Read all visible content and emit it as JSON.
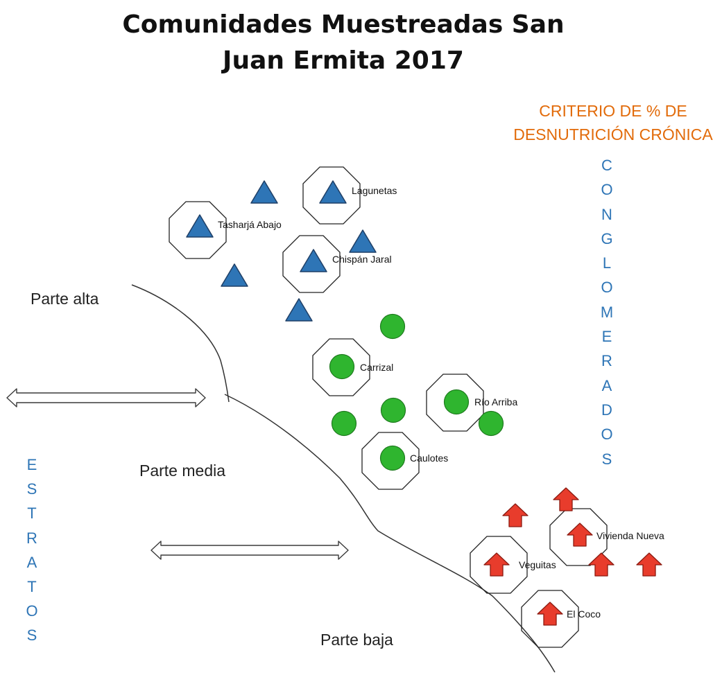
{
  "title": [
    "Comunidades Muestreadas San",
    "Juan Ermita 2017"
  ],
  "criterio": [
    "CRITERIO DE % DE",
    "DESNUTRICIÓN CRÓNICA"
  ],
  "conglomerados_letters": [
    "C",
    "O",
    "N",
    "G",
    "L",
    "O",
    "M",
    "E",
    "R",
    "A",
    "D",
    "O",
    "S"
  ],
  "estratos_letters": [
    "E",
    "S",
    "T",
    "R",
    "A",
    "T",
    "O",
    "S"
  ],
  "zones": {
    "alta": "Parte alta",
    "media": "Parte media",
    "baja": "Parte baja"
  },
  "colors": {
    "criterio": "#e26b0a",
    "vertical": "#2e75b6",
    "triangle": "#2e75b6",
    "circle": "#2fb52f",
    "arrow": "#e83c2c"
  },
  "communities": {
    "lagunetas": "Lagunetas",
    "tasharja": "Tasharjá Abajo",
    "chispan": "Chispán Jaral",
    "carrizal": "Carrizal",
    "rio_arriba": "Río Arriba",
    "caulotes": "Caulotes",
    "vivienda": "Vivienda Nueva",
    "veguitas": "Veguitas",
    "el_coco": "El Coco"
  }
}
